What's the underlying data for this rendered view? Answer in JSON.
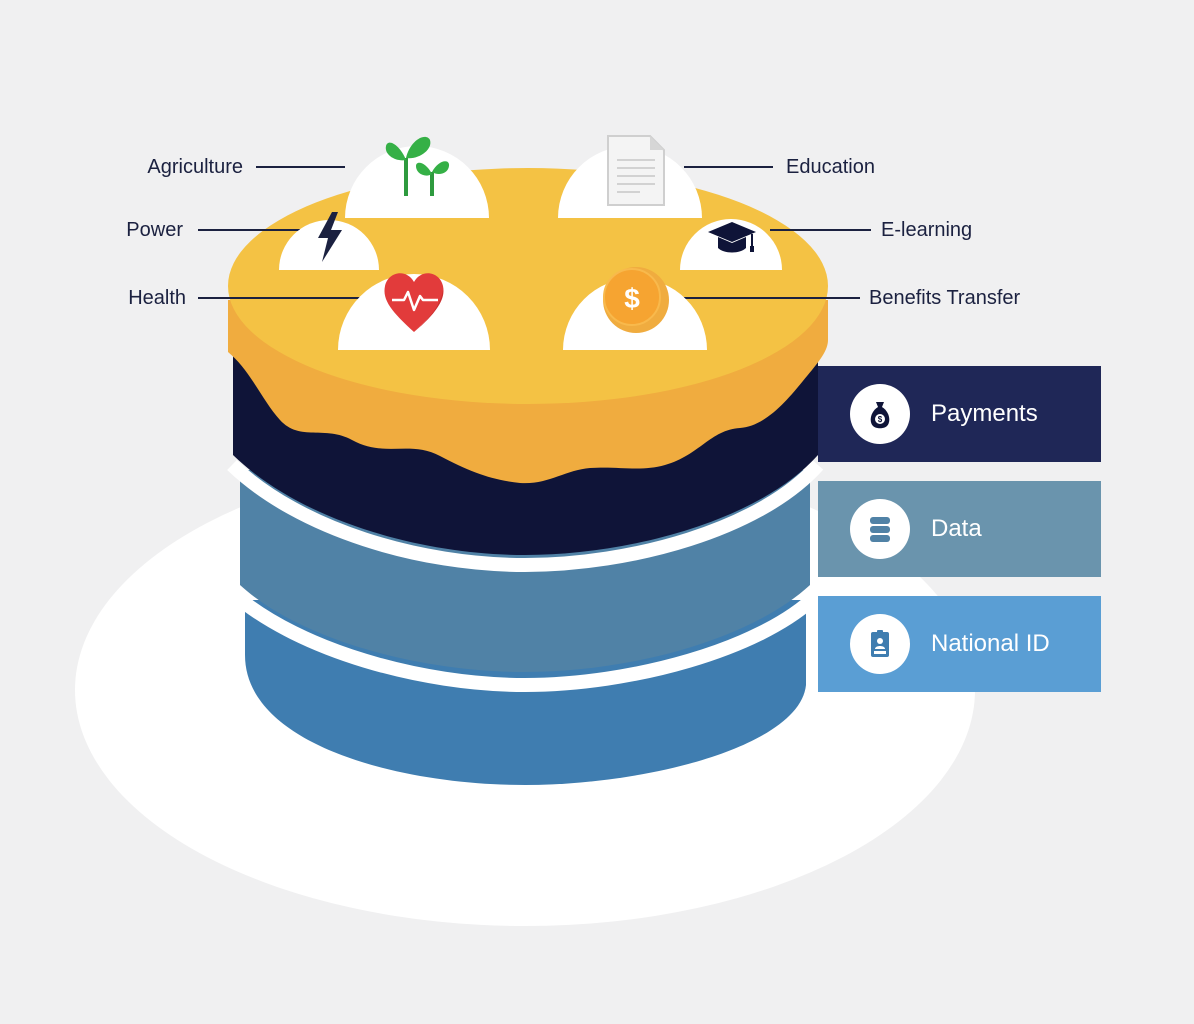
{
  "colors": {
    "background": "#f0f0f1",
    "plate": "#ffffff",
    "icing_top": "#f4c244",
    "icing_drip": "#f0ac3f",
    "payments_layer": "#0f1438",
    "data_layer": "#5082a6",
    "national_id_layer": "#3f7db0",
    "payments_box": "#1f2757",
    "data_box": "#6a94ad",
    "national_id_box": "#5a9ed4",
    "label_text": "#1b2140"
  },
  "services": {
    "agriculture": {
      "label": "Agriculture",
      "icon": "sprout-icon"
    },
    "power": {
      "label": "Power",
      "icon": "lightning-icon"
    },
    "health": {
      "label": "Health",
      "icon": "heart-pulse-icon"
    },
    "education": {
      "label": "Education",
      "icon": "document-icon"
    },
    "elearning": {
      "label": "E-learning",
      "icon": "graduation-cap-icon"
    },
    "benefits": {
      "label": "Benefits Transfer",
      "icon": "dollar-coin-icon"
    }
  },
  "layers": {
    "payments": {
      "label": "Payments",
      "icon": "money-bag-icon"
    },
    "data": {
      "label": "Data",
      "icon": "database-icon"
    },
    "national_id": {
      "label": "National ID",
      "icon": "id-badge-icon"
    }
  }
}
